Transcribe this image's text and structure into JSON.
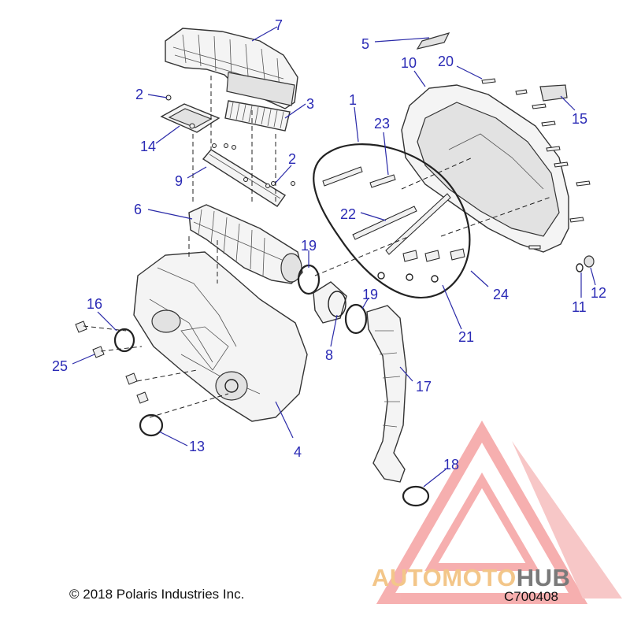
{
  "diagram": {
    "callouts": [
      {
        "id": "7",
        "text": "7"
      },
      {
        "id": "5",
        "text": "5"
      },
      {
        "id": "20",
        "text": "20"
      },
      {
        "id": "10",
        "text": "10"
      },
      {
        "id": "2a",
        "text": "2"
      },
      {
        "id": "3",
        "text": "3"
      },
      {
        "id": "1",
        "text": "1"
      },
      {
        "id": "15",
        "text": "15"
      },
      {
        "id": "14",
        "text": "14"
      },
      {
        "id": "23",
        "text": "23"
      },
      {
        "id": "2b",
        "text": "2"
      },
      {
        "id": "9",
        "text": "9"
      },
      {
        "id": "6",
        "text": "6"
      },
      {
        "id": "22",
        "text": "22"
      },
      {
        "id": "19a",
        "text": "19"
      },
      {
        "id": "24",
        "text": "24"
      },
      {
        "id": "12",
        "text": "12"
      },
      {
        "id": "11",
        "text": "11"
      },
      {
        "id": "16",
        "text": "16"
      },
      {
        "id": "19b",
        "text": "19"
      },
      {
        "id": "21",
        "text": "21"
      },
      {
        "id": "8",
        "text": "8"
      },
      {
        "id": "25",
        "text": "25"
      },
      {
        "id": "17",
        "text": "17"
      },
      {
        "id": "4",
        "text": "4"
      },
      {
        "id": "13",
        "text": "13"
      },
      {
        "id": "18",
        "text": "18"
      }
    ]
  },
  "footer": {
    "copyright": "© 2018 Polaris Industries Inc.",
    "figure_code": "C700408"
  },
  "watermark": {
    "text_part1": "AUTOMOTO",
    "text_part2": "HUB",
    "colors": {
      "triangle": "#ef6f6f",
      "text_main": "#f3c689",
      "text_hub": "#7a7a7a"
    }
  },
  "colors": {
    "callout": "#2a2ab5",
    "line": "#333333"
  }
}
